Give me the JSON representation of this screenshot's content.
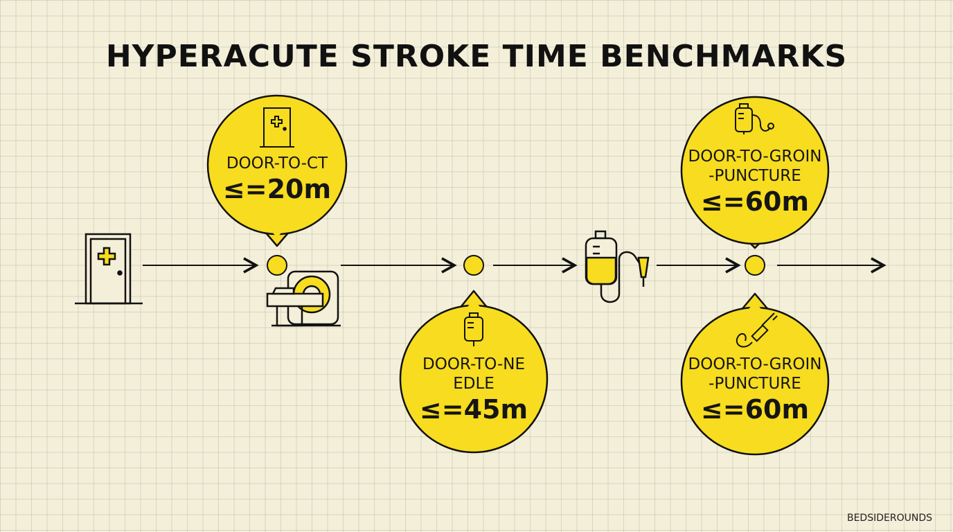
{
  "title": "HYPERACUTE STROKE TIME BENCHMARKS",
  "watermark": "BEDSIDEROUNDS",
  "colors": {
    "bubble": "#f7dc1f",
    "ink": "#111111",
    "paper": "#f4efd9"
  },
  "milestones": [
    {
      "label": "DOOR-TO-CT",
      "value": "≤=20m",
      "icon": "door-icon"
    },
    {
      "label": "DOOR-TO-NEEDLE",
      "value": "≤=45m",
      "icon": "iv-bag-icon"
    },
    {
      "label": "DOOR-TO-GROIN-PUNCTURE",
      "value": "≤=60m",
      "icon": "iv-bag-stethoscope-icon"
    },
    {
      "label": "DOOR-TO-GROIN-PUNCTURE",
      "value": "≤=60m",
      "icon": "catheter-icon"
    }
  ],
  "flow_icons": [
    "door-icon",
    "ct-scanner-icon",
    "iv-bag-icon"
  ]
}
